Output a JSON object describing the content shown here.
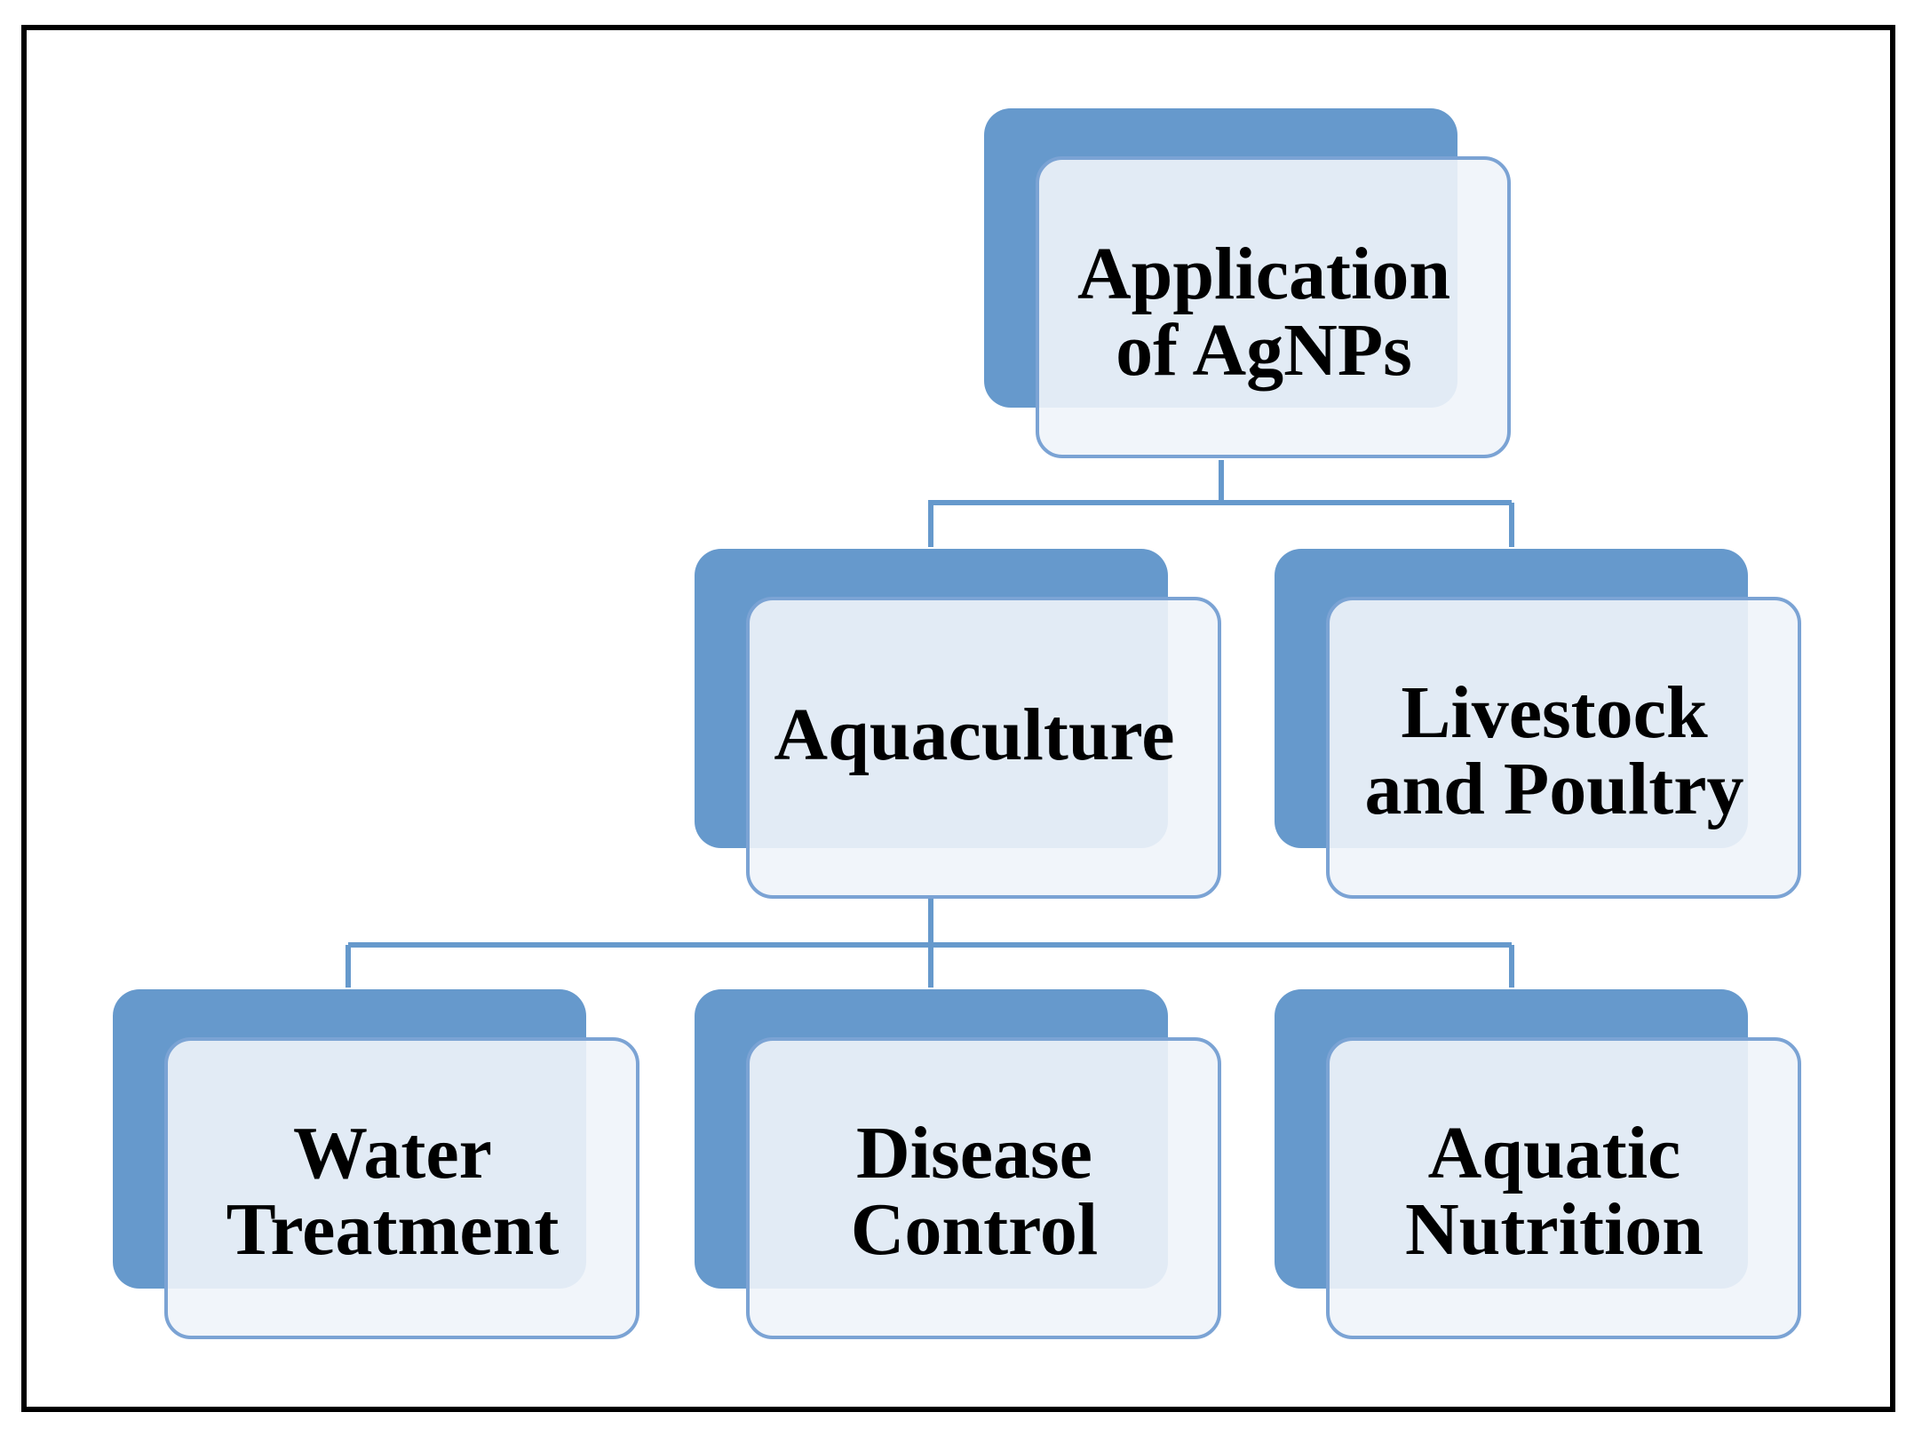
{
  "diagram": {
    "root": {
      "lines": [
        "Application",
        "of AgNPs"
      ]
    },
    "level2": [
      {
        "lines": [
          "Aquaculture"
        ]
      },
      {
        "lines": [
          "Livestock",
          "and Poultry"
        ]
      }
    ],
    "level3": [
      {
        "lines": [
          "Water",
          "Treatment"
        ]
      },
      {
        "lines": [
          "Disease",
          "Control"
        ]
      },
      {
        "lines": [
          "Aquatic",
          "Nutrition"
        ]
      }
    ]
  },
  "colors": {
    "box_back": "#6699cc",
    "box_front_border": "#7ba3d4",
    "box_front_fill": "#f0f4fa",
    "connector": "#6699cc",
    "frame": "#000000",
    "text": "#000000"
  }
}
